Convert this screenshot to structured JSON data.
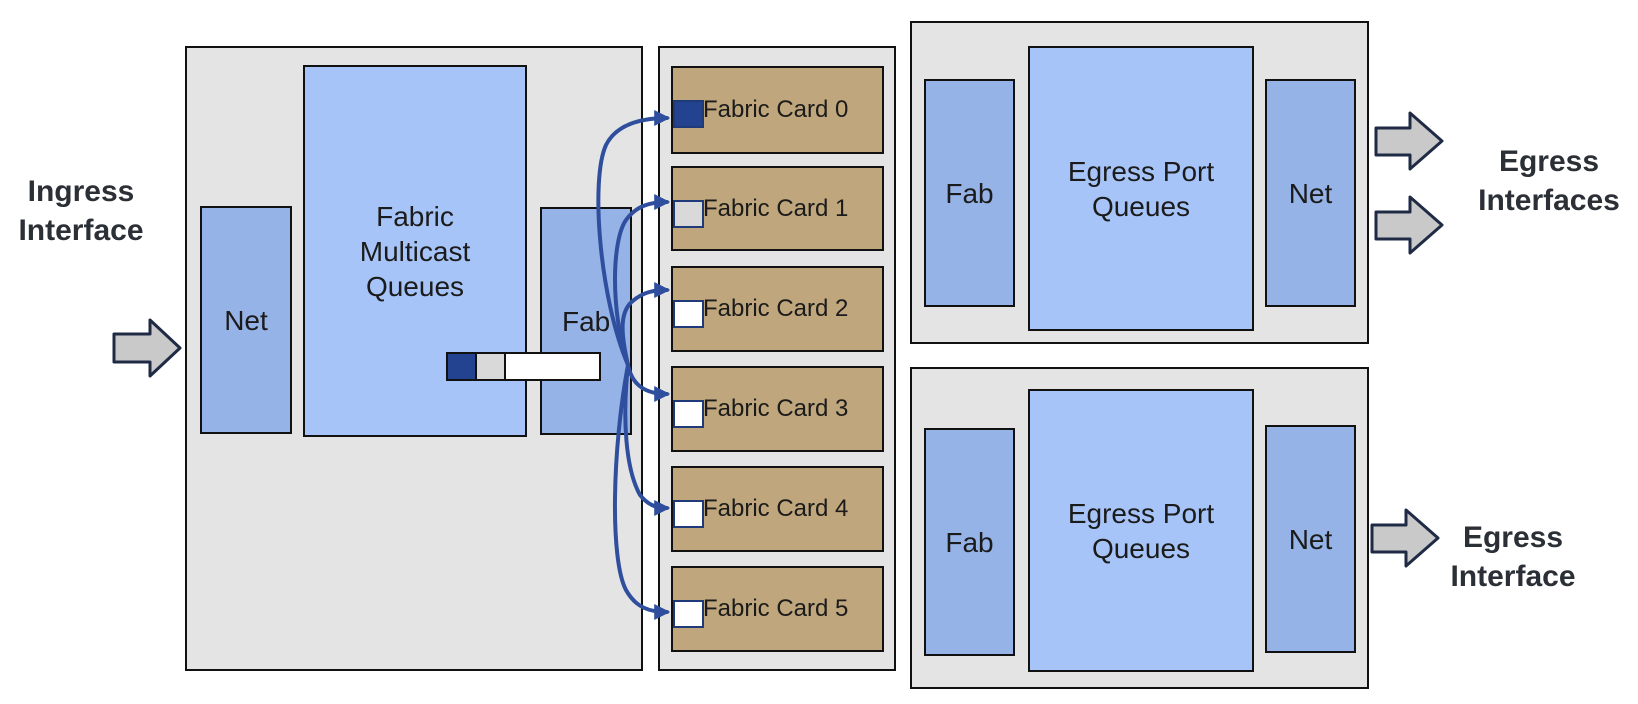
{
  "ingress": {
    "label_line1": "Ingress",
    "label_line2": "Interface",
    "net": "Net",
    "queues_line1": "Fabric",
    "queues_line2": "Multicast",
    "queues_line3": "Queues",
    "fab": "Fab"
  },
  "fabric_cards": [
    {
      "label": "Fabric Card 0",
      "slot": "filled"
    },
    {
      "label": "Fabric Card 1",
      "slot": "grey"
    },
    {
      "label": "Fabric Card 2",
      "slot": "empty"
    },
    {
      "label": "Fabric Card 3",
      "slot": "empty"
    },
    {
      "label": "Fabric Card 4",
      "slot": "empty"
    },
    {
      "label": "Fabric Card 5",
      "slot": "empty"
    }
  ],
  "egress_top": {
    "fab": "Fab",
    "queues_line1": "Egress Port",
    "queues_line2": "Queues",
    "net": "Net",
    "label_line1": "Egress",
    "label_line2": "Interfaces"
  },
  "egress_bottom": {
    "fab": "Fab",
    "queues_line1": "Egress Port",
    "queues_line2": "Queues",
    "net": "Net",
    "label_line1": "Egress",
    "label_line2": "Interface"
  },
  "colors": {
    "panel": "#e4e4e4",
    "block": "#95b3e6",
    "queue_block": "#a6c4f7",
    "fabric_card": "#bfa67c",
    "arrow_blue": "#2f4f9e",
    "cell_dark": "#23428f",
    "cell_light": "#d9d9d9",
    "flow_arrow": "#c9c9c9"
  }
}
